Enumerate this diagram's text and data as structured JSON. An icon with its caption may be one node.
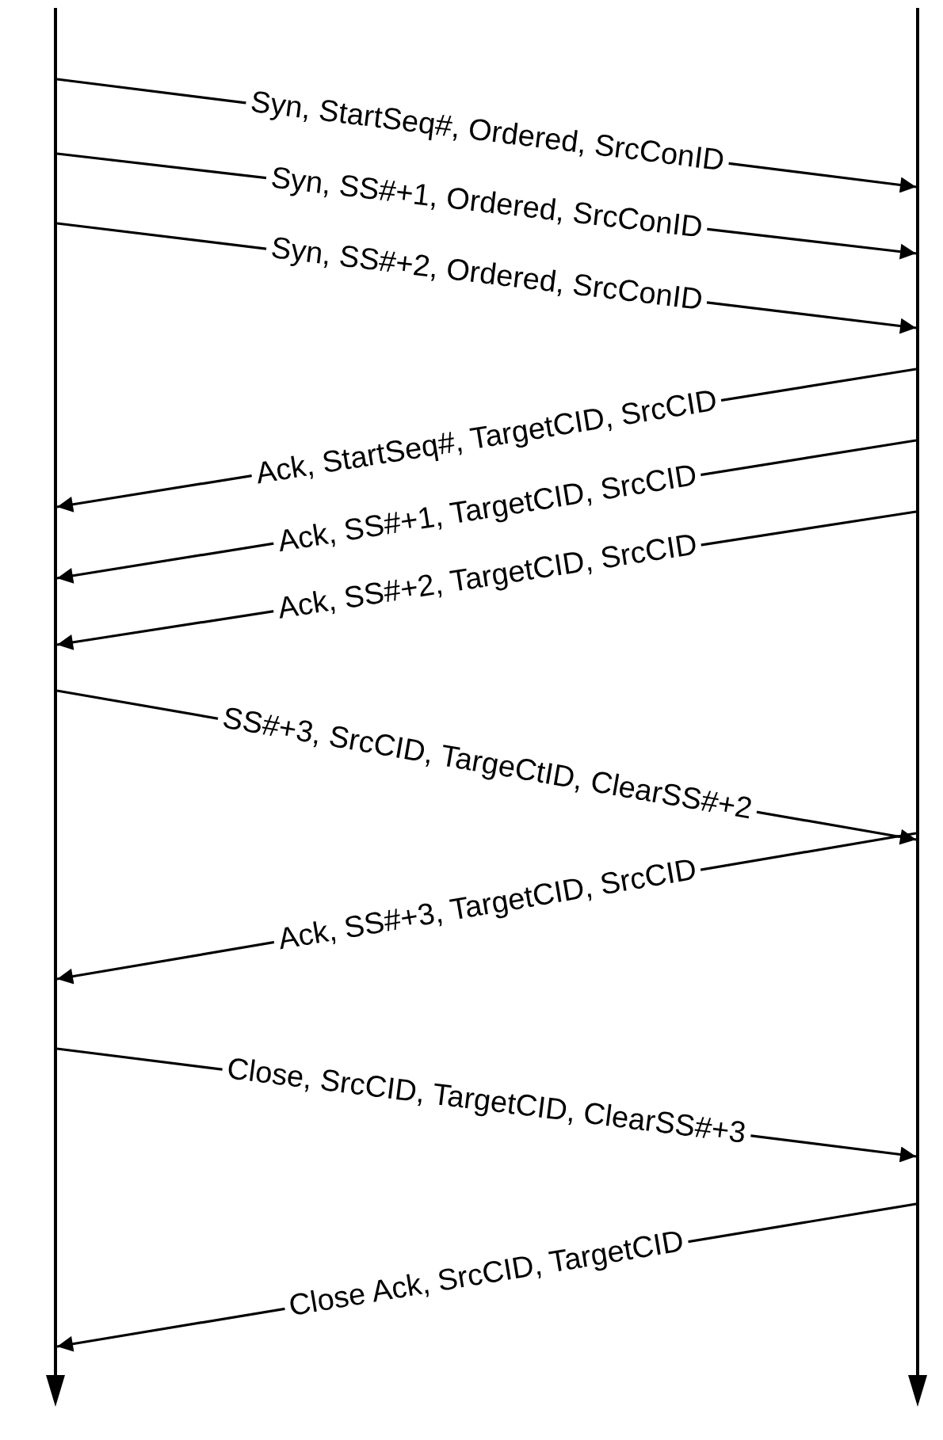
{
  "diagram": {
    "nodes": [
      {
        "text": [],
        "shape": "line"
      },
      {
        "text": [],
        "shape": "line"
      }
    ],
    "edges": [
      {
        "from": 0,
        "to": 1,
        "arrow": "to",
        "label": "Syn, StartSeq#, Ordered, SrcConID"
      },
      {
        "from": 0,
        "to": 1,
        "arrow": "to",
        "label": "Syn, SS#+1, Ordered, SrcConID"
      },
      {
        "from": 0,
        "to": 1,
        "arrow": "to",
        "label": "Syn, SS#+2, Ordered, SrcConID"
      },
      {
        "from": 1,
        "to": 0,
        "arrow": "to",
        "label": "Ack, StartSeq#, TargetCID, SrcCID"
      },
      {
        "from": 1,
        "to": 0,
        "arrow": "to",
        "label": "Ack, SS#+1, TargetCID, SrcCID"
      },
      {
        "from": 1,
        "to": 0,
        "arrow": "to",
        "label": "Ack, SS#+2, TargetCID, SrcCID"
      },
      {
        "from": 0,
        "to": 1,
        "arrow": "to",
        "label": "SS#+3, SrcCID, TargeCtID, ClearSS#+2"
      },
      {
        "from": 1,
        "to": 0,
        "arrow": "to",
        "label": "Ack, SS#+3, TargetCID, SrcCID"
      },
      {
        "from": 0,
        "to": 1,
        "arrow": "to",
        "label": "Close, SrcCID, TargetCID, ClearSS#+3"
      },
      {
        "from": 1,
        "to": 0,
        "arrow": "to",
        "label": "Close Ack, SrcCID, TargetCID"
      }
    ]
  }
}
